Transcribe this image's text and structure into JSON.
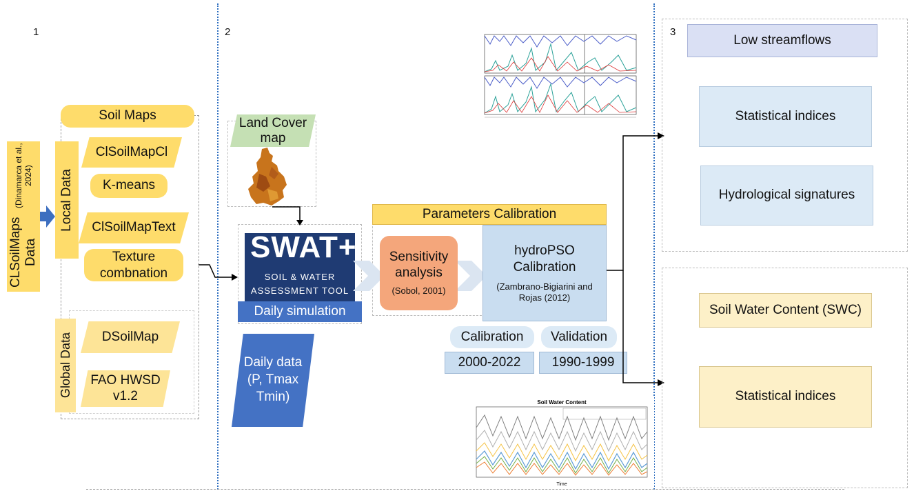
{
  "section_numbers": [
    "1",
    "2",
    "3"
  ],
  "left": {
    "clsoilmaps_data_title": "CLSoilMaps Data",
    "clsoilmaps_data_citation": "(Dinamarca et al., 2024)",
    "local_data": "Local Data",
    "global_data": "Global Data",
    "soil_maps": "Soil Maps",
    "clsoilmapcl": "ClSoilMapCl",
    "kmeans": "K-means",
    "clsoilmaptext": "ClSoilMapText",
    "texture_line1": "Texture",
    "texture_line2": "combnation",
    "dsoilmap": "DSoilMap",
    "fao_line1": "FAO HWSD",
    "fao_line2": "v1.2"
  },
  "middle": {
    "land_cover_line1": "Land Cover",
    "land_cover_line2": "map",
    "swat_title": "SWAT+",
    "swat_sub1": "SOIL & WATER",
    "swat_sub2": "ASSESSMENT TOOL",
    "daily_simulation": "Daily simulation",
    "daily_data_line1": "Daily data",
    "daily_data_line2": "(P, Tmax",
    "daily_data_line3": "Tmin)",
    "parameters_calibration": "Parameters  Calibration",
    "sensitivity_line1": "Sensitivity",
    "sensitivity_line2": "analysis",
    "sensitivity_citation": "(Sobol, 2001)",
    "hydropso_line1": "hydroPSO",
    "hydropso_line2": "Calibration",
    "hydropso_citation_line1": "(Zambrano-Bigiarini and",
    "hydropso_citation_line2": "Rojas (2012)",
    "calibration": "Calibration",
    "validation": "Validation",
    "calibration_period": "2000-2022",
    "validation_period": "1990-1999",
    "swc_chart_title": "Soil Water Content",
    "swc_chart_xlabel": "Time"
  },
  "right": {
    "low_streamflows": "Low streamflows",
    "statistical_indices_top": "Statistical indices",
    "hydrological_signatures": "Hydrological signatures",
    "soil_water_content": "Soil Water Content (SWC)",
    "statistical_indices_bottom": "Statistical indices"
  },
  "colors": {
    "yellow": "#fedc6b",
    "pale_blue": "#dceaf6",
    "navy": "#1f3b73",
    "royal_blue": "#4472c4",
    "orange": "#f4a67b",
    "green": "#a9d18e"
  }
}
